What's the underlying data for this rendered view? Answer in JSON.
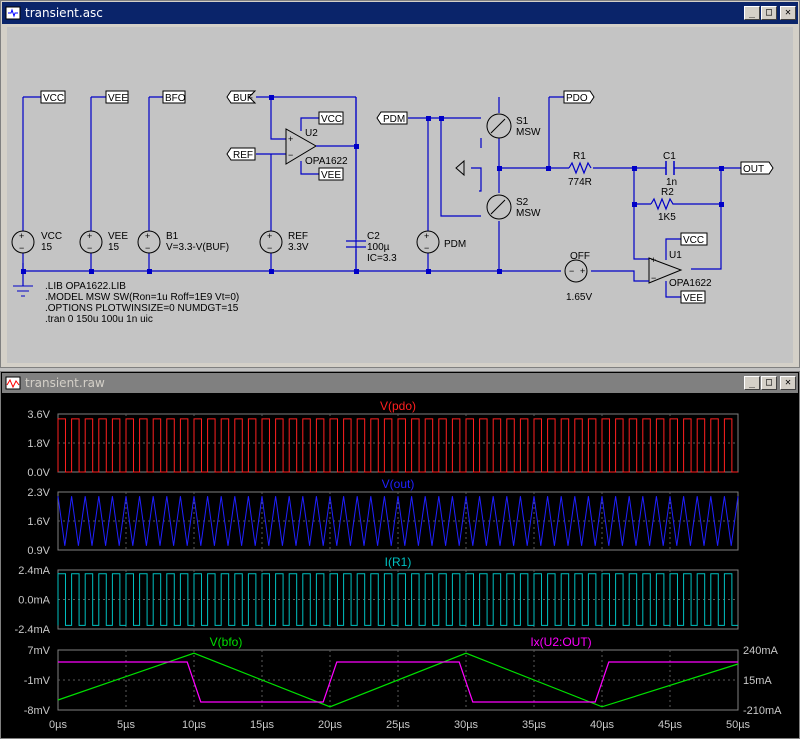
{
  "schematic_window": {
    "title": "transient.asc",
    "buttons": {
      "minimize": "_",
      "maximize": "□",
      "close": "✕"
    }
  },
  "schematic": {
    "net_labels": {
      "vcc": "VCC",
      "vee": "VEE",
      "bfo": "BFO",
      "buf": "BUF",
      "ref": "REF",
      "pdm": "PDM",
      "pdo": "PDO",
      "out": "OUT",
      "u2_vcc": "VCC",
      "u2_vee": "VEE",
      "u1_vcc": "VCC",
      "u1_vee": "VEE"
    },
    "components": {
      "vcc_src": {
        "name": "VCC",
        "value": "15"
      },
      "vee_src": {
        "name": "VEE",
        "value": "15"
      },
      "b1": {
        "name": "B1",
        "value": "V=3.3-V(BUF)"
      },
      "ref_src": {
        "name": "REF",
        "value": "3.3V"
      },
      "u2": {
        "name": "U2",
        "value": "OPA1622"
      },
      "c2": {
        "name": "C2",
        "value": "100µ",
        "ic": "IC=3.3"
      },
      "pdm_src": {
        "name": "PDM"
      },
      "s1": {
        "name": "S1",
        "value": "MSW"
      },
      "s2": {
        "name": "S2",
        "value": "MSW"
      },
      "r1": {
        "name": "R1",
        "value": "774R"
      },
      "c1": {
        "name": "C1",
        "value": "1n"
      },
      "r2": {
        "name": "R2",
        "value": "1K5"
      },
      "u1": {
        "name": "U1",
        "value": "OPA1622"
      },
      "off_src": {
        "name": "OFF",
        "value": "1.65V"
      }
    },
    "directives": [
      ".LIB OPA1622.LIB",
      ".MODEL MSW SW(Ron=1u Roff=1E9 Vt=0)",
      ".OPTIONS PLOTWINSIZE=0 NUMDGT=15",
      ".tran 0 150u 100u 1n uic"
    ]
  },
  "waveform_window": {
    "title": "transient.raw",
    "buttons": {
      "minimize": "_",
      "maximize": "□",
      "close": "✕"
    }
  },
  "colors": {
    "pdo": "#ff2020",
    "out": "#2020ff",
    "r1": "#00c0c0",
    "bfo": "#00e000",
    "u2out": "#ff00ff",
    "wire": "#0000c8",
    "plot_bg": "#000000"
  },
  "chart_data": [
    {
      "type": "line",
      "title": "V(pdo)",
      "y_ticks": [
        "3.6V",
        "1.8V",
        "0.0V"
      ],
      "ylim": [
        0,
        3.6
      ],
      "grid": true,
      "series": [
        {
          "name": "V(pdo)",
          "shape": "square",
          "low": 0,
          "high": 3.3,
          "cycles": 50
        }
      ]
    },
    {
      "type": "line",
      "title": "V(out)",
      "y_ticks": [
        "2.3V",
        "1.6V",
        "0.9V"
      ],
      "ylim": [
        0.9,
        2.3
      ],
      "grid": true,
      "series": [
        {
          "name": "V(out)",
          "shape": "triangle",
          "low": 1.0,
          "high": 2.2,
          "cycles": 50
        }
      ]
    },
    {
      "type": "line",
      "title": "I(R1)",
      "y_ticks": [
        "2.4mA",
        "0.0mA",
        "-2.4mA"
      ],
      "ylim": [
        -2.4,
        2.4
      ],
      "grid": true,
      "series": [
        {
          "name": "I(R1)",
          "shape": "square",
          "low": -2.1,
          "high": 2.1,
          "cycles": 50
        }
      ]
    },
    {
      "type": "line",
      "y_ticks": [
        "7mV",
        "-1mV",
        "-8mV"
      ],
      "y2_ticks": [
        "240mA",
        "15mA",
        "-210mA"
      ],
      "ylim": [
        -8,
        7
      ],
      "y2lim": [
        -210,
        240
      ],
      "grid": true,
      "x_ticks": [
        "0µs",
        "5µs",
        "10µs",
        "15µs",
        "20µs",
        "25µs",
        "30µs",
        "35µs",
        "40µs",
        "45µs",
        "50µs"
      ],
      "xlim": [
        0,
        50
      ],
      "series": [
        {
          "name": "V(bfo)",
          "axis": "left",
          "x": [
            0,
            10,
            20,
            30,
            40,
            50
          ],
          "y": [
            -5.5,
            6.2,
            -7.2,
            6.2,
            -7.2,
            3.5
          ]
        },
        {
          "name": "Ix(U2:OUT)",
          "axis": "right",
          "x": [
            0,
            9.5,
            10.5,
            19.5,
            20.5,
            29.5,
            30.5,
            39.5,
            40.5,
            50
          ],
          "y": [
            150,
            150,
            -150,
            -150,
            150,
            150,
            -150,
            -150,
            150,
            150
          ]
        }
      ]
    }
  ]
}
